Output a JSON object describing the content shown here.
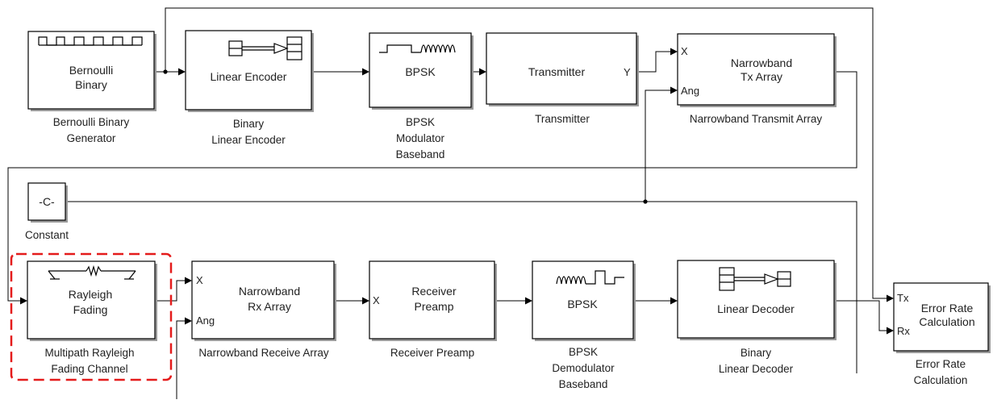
{
  "blocks": {
    "bernoulli": {
      "inside": [
        "Bernoulli",
        "Binary"
      ],
      "caption": [
        "Bernoulli Binary",
        "Generator"
      ]
    },
    "encoder": {
      "inside": [
        "Linear Encoder"
      ],
      "caption": [
        "Binary",
        "Linear Encoder"
      ]
    },
    "bpsk_mod": {
      "inside": [
        "BPSK"
      ],
      "caption": [
        "BPSK",
        "Modulator",
        "Baseband"
      ]
    },
    "transmitter": {
      "inside": [
        "Transmitter"
      ],
      "port_out": "Y",
      "caption": [
        "Transmitter"
      ]
    },
    "tx_array": {
      "inside": [
        "Narrowband",
        "Tx Array"
      ],
      "ports_in": [
        "X",
        "Ang"
      ],
      "caption": [
        "Narrowband Transmit Array"
      ]
    },
    "constant": {
      "inside": [
        "-C-"
      ],
      "caption": [
        "Constant"
      ]
    },
    "rayleigh": {
      "inside": [
        "Rayleigh",
        "Fading"
      ],
      "caption": [
        "Multipath Rayleigh",
        "Fading Channel"
      ]
    },
    "rx_array": {
      "inside": [
        "Narrowband",
        "Rx Array"
      ],
      "ports_in": [
        "X",
        "Ang"
      ],
      "caption": [
        "Narrowband Receive Array"
      ]
    },
    "preamp": {
      "inside": [
        "Receiver",
        "Preamp"
      ],
      "ports_in": [
        "X"
      ],
      "caption": [
        "Receiver Preamp"
      ]
    },
    "bpsk_demod": {
      "inside": [
        "BPSK"
      ],
      "caption": [
        "BPSK",
        "Demodulator",
        "Baseband"
      ]
    },
    "decoder": {
      "inside": [
        "Linear Decoder"
      ],
      "caption": [
        "Binary",
        "Linear Decoder"
      ]
    },
    "error_rate": {
      "inside": [
        "Error Rate",
        "Calculation"
      ],
      "ports_in": [
        "Tx",
        "Rx"
      ],
      "caption": [
        "Error Rate",
        "Calculation"
      ]
    }
  },
  "colors": {
    "highlight": "#e41b1b",
    "line": "#000000",
    "shadow": "#9a9a9a"
  }
}
